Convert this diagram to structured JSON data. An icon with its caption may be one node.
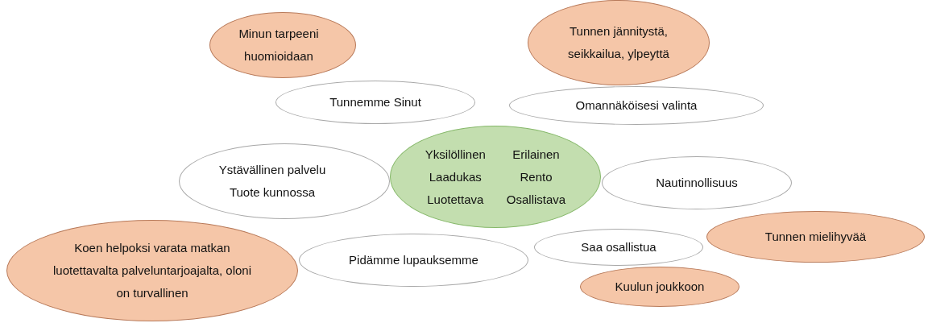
{
  "diagram": {
    "nodes": [
      {
        "text": [
          "Minun tarpeeni huomioidaan"
        ]
      },
      {
        "text": [
          "Tunnen jännitystä, seikkailua, ylpeyttä"
        ]
      },
      {
        "text": [
          "Tunnemme Sinut"
        ]
      },
      {
        "text": [
          "Omannäköisesi valinta"
        ]
      },
      {
        "text": [
          "Ystävällinen palvelu",
          "Tuote kunnossa"
        ]
      },
      {
        "text": [
          "Yksilöllinen",
          "Erilainen",
          "Laadukas",
          "Rento",
          "Luotettava",
          "Osallistava"
        ]
      },
      {
        "text": [
          "Nautinnollisuus"
        ]
      },
      {
        "text": [
          "Tunnen mielihyvää"
        ]
      },
      {
        "text": [
          "Saa osallistua"
        ]
      },
      {
        "text": [
          "Koen helpoksi varata matkan luotettavalta palveluntarjoajalta, oloni on turvallinen"
        ]
      },
      {
        "text": [
          "Pidämme lupauksemme"
        ]
      },
      {
        "text": [
          "Kuulun joukkoon"
        ]
      }
    ]
  }
}
